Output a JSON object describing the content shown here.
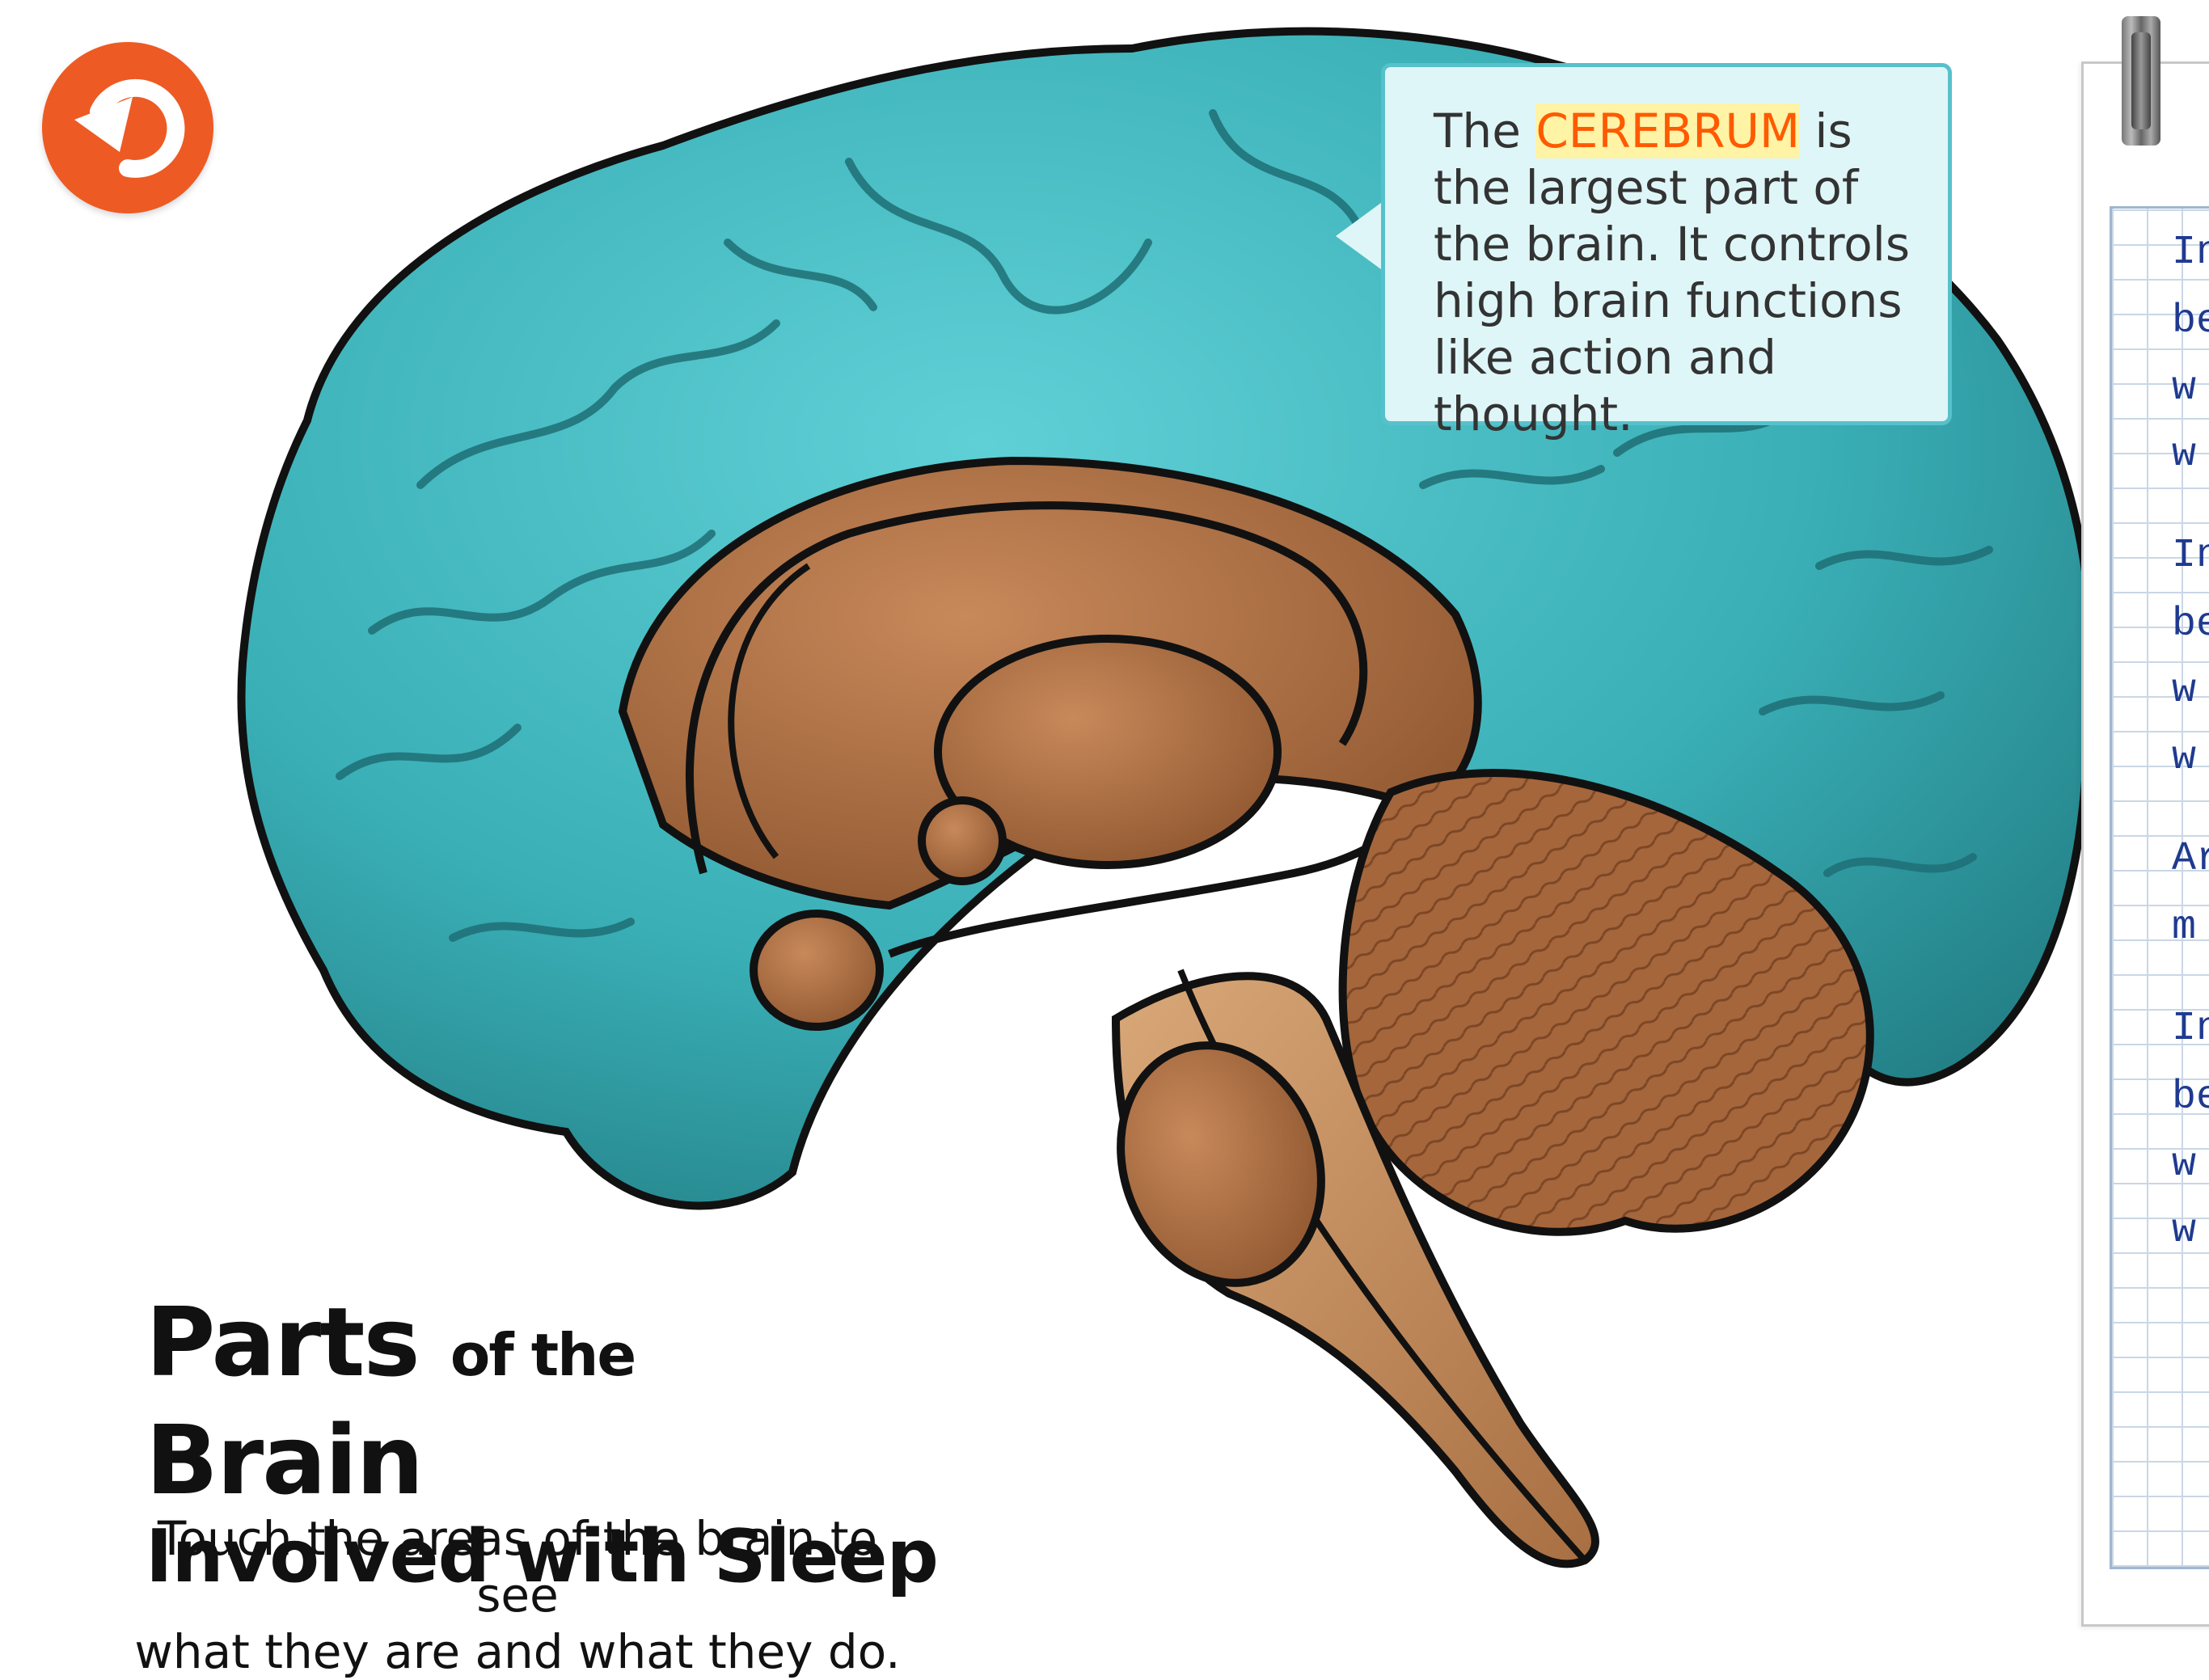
{
  "back_button": {
    "icon": "back-arrow-icon",
    "color": "#ee5a24"
  },
  "callout": {
    "prefix": "The ",
    "term": "CEREBRUM",
    "suffix": " is the largest part of the brain.  It controls high brain functions like action and thought."
  },
  "title": {
    "word1": "Parts",
    "word2": "of the",
    "word3": "Brain",
    "line2": "Involved with Sleep"
  },
  "instructions": {
    "line1": "Touch the areas of the brain to see",
    "line2": "what they are and what they do."
  },
  "notebook": {
    "lines": [
      "In",
      "be",
      "w",
      "w",
      "In",
      "be",
      "w",
      "w",
      "Ar",
      "m",
      "In",
      "be",
      "w",
      "w"
    ]
  },
  "colors": {
    "cerebrum": "#3fb7bd",
    "cerebrum_dark": "#2a8d93",
    "brown": "#a0643a",
    "brown_light": "#c4885a",
    "accent": "#ff5a00",
    "callout_bg": "#dff6f8",
    "callout_border": "#57c1cb"
  }
}
